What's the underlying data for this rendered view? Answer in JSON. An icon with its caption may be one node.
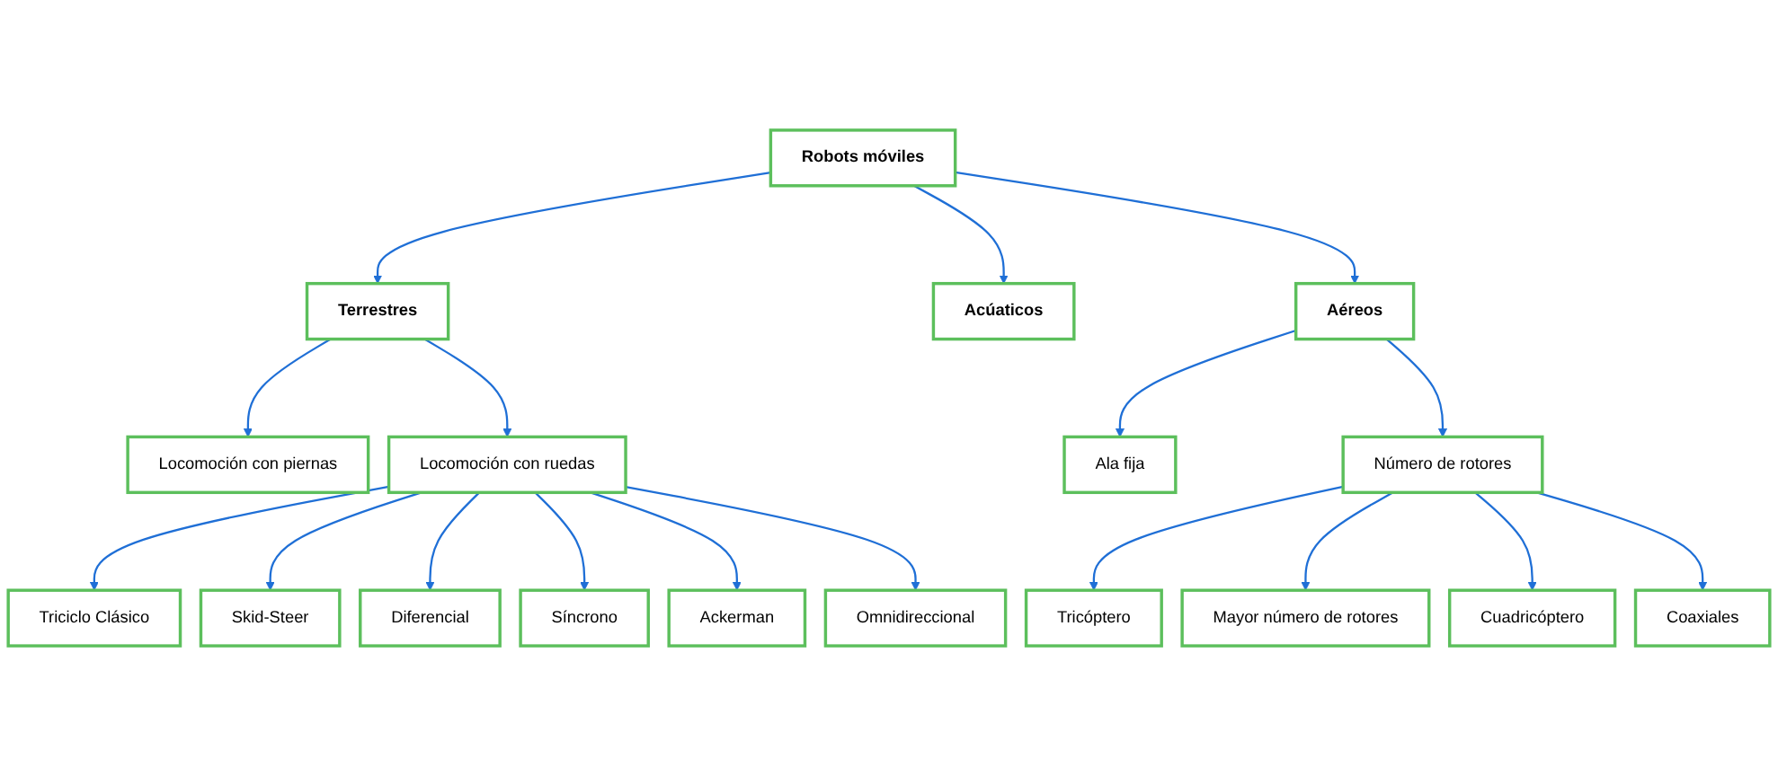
{
  "diagram": {
    "nodes": [
      {
        "text": [
          "Robots móviles"
        ]
      },
      {
        "text": [
          "Terrestres"
        ]
      },
      {
        "text": [
          "Acúaticos"
        ]
      },
      {
        "text": [
          "Aéreos"
        ]
      },
      {
        "text": [
          "Locomoción con piernas"
        ]
      },
      {
        "text": [
          "Locomoción con ruedas"
        ]
      },
      {
        "text": [
          "Ala fija"
        ]
      },
      {
        "text": [
          "Número de rotores"
        ]
      },
      {
        "text": [
          "Triciclo Clásico"
        ]
      },
      {
        "text": [
          "Skid-Steer"
        ]
      },
      {
        "text": [
          "Diferencial"
        ]
      },
      {
        "text": [
          "Síncrono"
        ]
      },
      {
        "text": [
          "Ackerman"
        ]
      },
      {
        "text": [
          "Omnidireccional"
        ]
      },
      {
        "text": [
          "Tricóptero"
        ]
      },
      {
        "text": [
          "Mayor número de rotores"
        ]
      },
      {
        "text": [
          "Cuadricóptero"
        ]
      },
      {
        "text": [
          "Coaxiales"
        ]
      }
    ],
    "edges": [
      {
        "from": 0,
        "to": 1,
        "arrow": "to"
      },
      {
        "from": 0,
        "to": 2,
        "arrow": "to"
      },
      {
        "from": 0,
        "to": 3,
        "arrow": "to"
      },
      {
        "from": 1,
        "to": 4,
        "arrow": "to"
      },
      {
        "from": 1,
        "to": 5,
        "arrow": "to"
      },
      {
        "from": 3,
        "to": 6,
        "arrow": "to"
      },
      {
        "from": 3,
        "to": 7,
        "arrow": "to"
      },
      {
        "from": 5,
        "to": 8,
        "arrow": "to"
      },
      {
        "from": 5,
        "to": 9,
        "arrow": "to"
      },
      {
        "from": 5,
        "to": 10,
        "arrow": "to"
      },
      {
        "from": 5,
        "to": 11,
        "arrow": "to"
      },
      {
        "from": 5,
        "to": 12,
        "arrow": "to"
      },
      {
        "from": 5,
        "to": 13,
        "arrow": "to"
      },
      {
        "from": 7,
        "to": 14,
        "arrow": "to"
      },
      {
        "from": 7,
        "to": 15,
        "arrow": "to"
      },
      {
        "from": 7,
        "to": 16,
        "arrow": "to"
      },
      {
        "from": 7,
        "to": 17,
        "arrow": "to"
      }
    ]
  }
}
